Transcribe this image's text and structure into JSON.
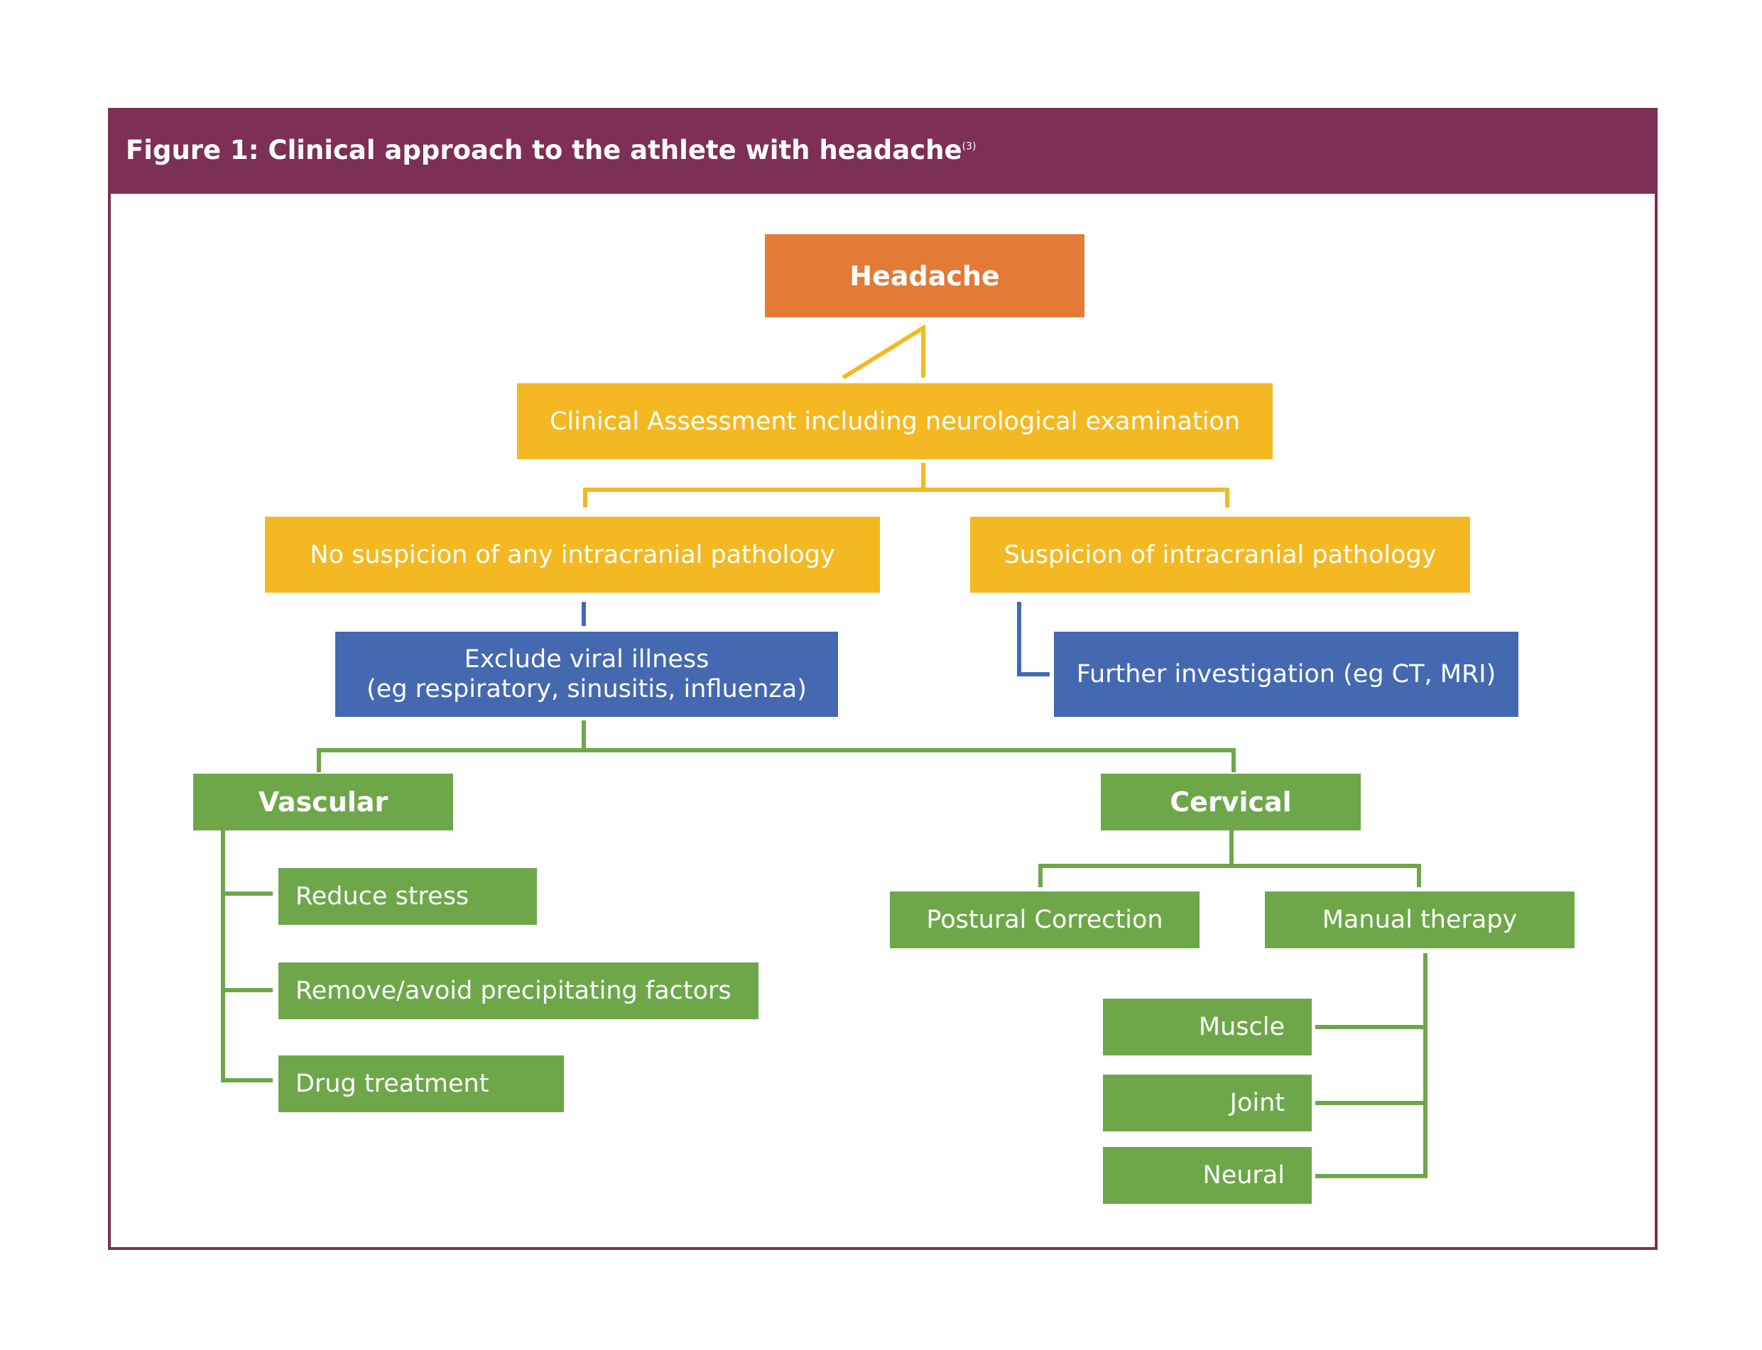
{
  "figure": {
    "title": "Figure 1: Clinical approach to the athlete with headache",
    "title_ref": "(3)"
  },
  "nodes": {
    "headache": "Headache",
    "clinical_assessment": "Clinical Assessment including neurological examination",
    "no_suspicion": "No suspicion of any intracranial pathology",
    "suspicion": "Suspicion of intracranial pathology",
    "exclude_viral_line1": "Exclude viral illness",
    "exclude_viral_line2": "(eg respiratory, sinusitis, influenza)",
    "further_investigation": "Further investigation (eg CT, MRI)",
    "vascular": "Vascular",
    "cervical": "Cervical",
    "reduce_stress": "Reduce stress",
    "remove_avoid": "Remove/avoid precipitating factors",
    "drug_treatment": "Drug treatment",
    "postural_correction": "Postural Correction",
    "manual_therapy": "Manual therapy",
    "muscle": "Muscle",
    "joint": "Joint",
    "neural": "Neural"
  },
  "colors": {
    "header": "#7d2f55",
    "orange": "#e37a35",
    "yellow": "#f4b922",
    "blue": "#4469b1",
    "green": "#6ea74a"
  }
}
